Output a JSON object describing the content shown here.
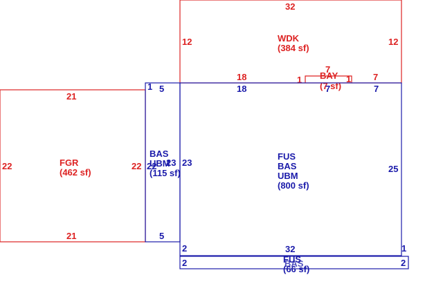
{
  "colors": {
    "red": "#dd2222",
    "blue": "#1a1aaa",
    "background": "#ffffff"
  },
  "areas": {
    "wdk": {
      "code": "WDK",
      "area": "(384 sf)",
      "dims": {
        "top": "32",
        "left": "12",
        "right": "12",
        "bottom_left": "18"
      }
    },
    "bay": {
      "code": "BAY",
      "area": "(7 sf)",
      "dims": {
        "top": "7",
        "left": "1",
        "right": "1",
        "bottom": "7",
        "outer_right": "7"
      }
    },
    "fgr": {
      "code": "FGR",
      "area": "(462 sf)",
      "dims": {
        "top": "21",
        "bottom": "21",
        "left": "22",
        "right": "22"
      }
    },
    "bas_small": {
      "codes": [
        "BAS",
        "UBM"
      ],
      "area": "(115 sf)",
      "dims": {
        "top_left": "1",
        "top": "5",
        "bottom": "5",
        "left": "22",
        "right": "23"
      }
    },
    "main": {
      "codes": [
        "FUS",
        "BAS",
        "UBM"
      ],
      "area": "(800 sf)",
      "dims": {
        "top_left": "18",
        "top_mid": "7",
        "top_right": "7",
        "left": "23",
        "right": "25",
        "bottom": "32",
        "bottom_left": "2",
        "bottom_right": "1"
      }
    },
    "fus_strip": {
      "codes": [
        "FUS",
        "BAS"
      ],
      "area": "(66 sf)",
      "dims": {
        "left": "2",
        "right": "2"
      }
    }
  }
}
